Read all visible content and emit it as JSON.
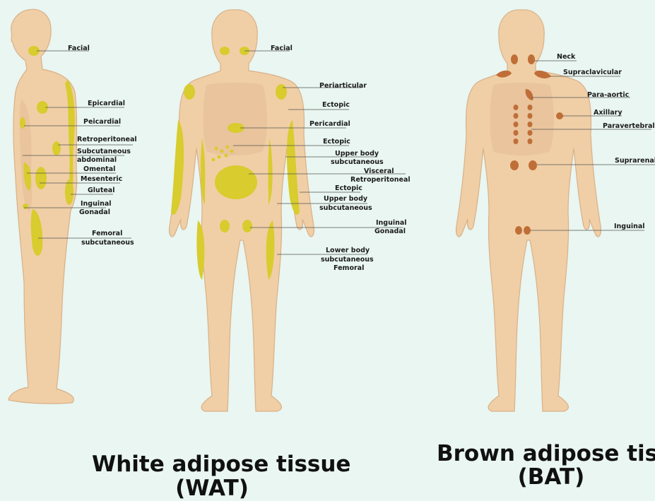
{
  "colors": {
    "background": "#e9f6f1",
    "skin": "#f0cfa6",
    "skin_outline": "#d9b089",
    "skin_shade": "#e3bb93",
    "white_fat": "#d8cc2e",
    "brown_fat": "#c06e37",
    "leader_line": "#555555"
  },
  "titles": {
    "wat_line1": "White adipose tissue",
    "wat_line2": "(WAT)",
    "bat_line1": "Brown adipose tissu",
    "bat_line2": "(BAT)"
  },
  "side_view": {
    "labels": [
      {
        "text": "Facial"
      },
      {
        "text": "Epicardial"
      },
      {
        "text": "Peicardial"
      },
      {
        "text": "Retroperitoneal"
      },
      {
        "text": "Subcutaneous"
      },
      {
        "text": "abdominal"
      },
      {
        "text": "Omental"
      },
      {
        "text": "Mesenteric"
      },
      {
        "text": "Gluteal"
      },
      {
        "text": "Inguinal"
      },
      {
        "text": "Gonadal"
      },
      {
        "text": "Femoral"
      },
      {
        "text": "subcutaneous"
      }
    ]
  },
  "wat_front": {
    "labels": [
      {
        "text": "Facial"
      },
      {
        "text": "Periarticular"
      },
      {
        "text": "Ectopic"
      },
      {
        "text": "Pericardial"
      },
      {
        "text": "Ectopic"
      },
      {
        "text": "Upper body"
      },
      {
        "text": "subcutaneous"
      },
      {
        "text": "Visceral"
      },
      {
        "text": "Retroperitoneal"
      },
      {
        "text": "Ectopic"
      },
      {
        "text": "Upper body"
      },
      {
        "text": "subcutaneous"
      },
      {
        "text": "Inguinal"
      },
      {
        "text": "Gonadal"
      },
      {
        "text": "Lower body"
      },
      {
        "text": "subcutaneous"
      },
      {
        "text": "Femoral"
      }
    ]
  },
  "bat_front": {
    "labels": [
      {
        "text": "Neck"
      },
      {
        "text": "Supraclavicular"
      },
      {
        "text": "Para-aortic"
      },
      {
        "text": "Axillary"
      },
      {
        "text": "Paravertebral"
      },
      {
        "text": "Suprarenal"
      },
      {
        "text": "Inguinal"
      }
    ]
  }
}
